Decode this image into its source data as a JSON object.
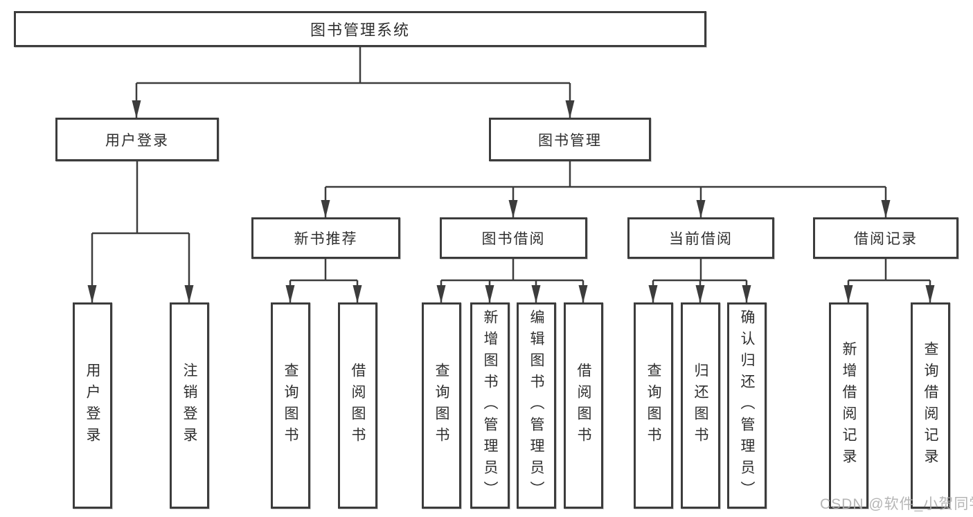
{
  "title": "图书管理系统",
  "level2": {
    "user_login": "用户登录",
    "book_management": "图书管理"
  },
  "level3": {
    "new_book_recommend": "新书推荐",
    "book_borrow": "图书借阅",
    "current_borrow": "当前借阅",
    "borrow_record": "借阅记录"
  },
  "level4": {
    "user_login_leaf": "用户登录",
    "logout": "注销登录",
    "recommend_query_book": "查询图书",
    "recommend_borrow_book": "借阅图书",
    "borrow_query_book": "查询图书",
    "add_book_admin": "新增图书（管理员）",
    "edit_book_admin": "编辑图书（管理员）",
    "borrow_borrow_book": "借阅图书",
    "current_query_book": "查询图书",
    "return_book": "归还图书",
    "confirm_return_admin": "确认归还（管理员）",
    "add_borrow_record": "新增借阅记录",
    "query_borrow_record": "查询借阅记录"
  },
  "watermark": "CSDN @软件_小贺同学",
  "colors": {
    "line": "#3c3c3c",
    "text": "#2e2e2e",
    "watermark": "#adadad"
  }
}
